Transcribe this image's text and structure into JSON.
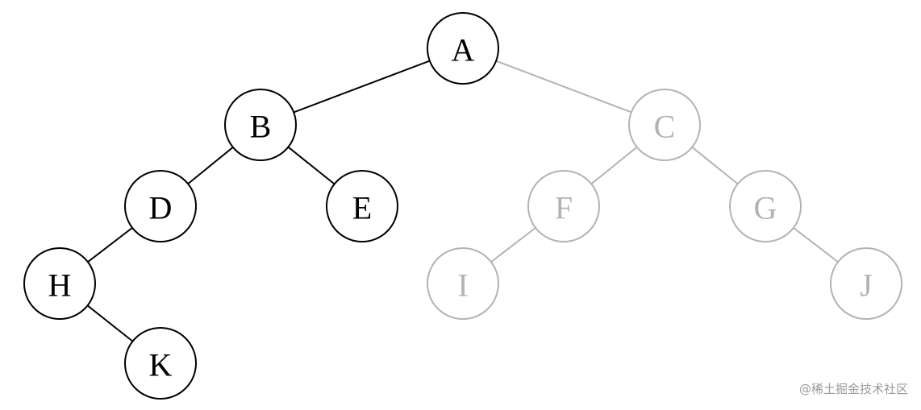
{
  "diagram": {
    "type": "binary-tree",
    "colors": {
      "active": "#000000",
      "muted": "#b3b3b3",
      "node_fill": "#ffffff"
    },
    "nodes": [
      {
        "id": "A",
        "label": "A",
        "state": "active"
      },
      {
        "id": "B",
        "label": "B",
        "state": "active"
      },
      {
        "id": "C",
        "label": "C",
        "state": "muted"
      },
      {
        "id": "D",
        "label": "D",
        "state": "active"
      },
      {
        "id": "E",
        "label": "E",
        "state": "active"
      },
      {
        "id": "F",
        "label": "F",
        "state": "muted"
      },
      {
        "id": "G",
        "label": "G",
        "state": "muted"
      },
      {
        "id": "H",
        "label": "H",
        "state": "active"
      },
      {
        "id": "I",
        "label": "I",
        "state": "muted"
      },
      {
        "id": "J",
        "label": "J",
        "state": "muted"
      },
      {
        "id": "K",
        "label": "K",
        "state": "active"
      }
    ],
    "edges": [
      {
        "from": "A",
        "to": "B",
        "side": "left",
        "state": "active"
      },
      {
        "from": "A",
        "to": "C",
        "side": "right",
        "state": "muted"
      },
      {
        "from": "B",
        "to": "D",
        "side": "left",
        "state": "active"
      },
      {
        "from": "B",
        "to": "E",
        "side": "right",
        "state": "active"
      },
      {
        "from": "C",
        "to": "F",
        "side": "left",
        "state": "muted"
      },
      {
        "from": "C",
        "to": "G",
        "side": "right",
        "state": "muted"
      },
      {
        "from": "D",
        "to": "H",
        "side": "left",
        "state": "active"
      },
      {
        "from": "H",
        "to": "K",
        "side": "right",
        "state": "active"
      },
      {
        "from": "F",
        "to": "I",
        "side": "left",
        "state": "muted"
      },
      {
        "from": "G",
        "to": "J",
        "side": "right",
        "state": "muted"
      }
    ]
  },
  "watermark": {
    "text": "@稀土掘金技术社区"
  }
}
